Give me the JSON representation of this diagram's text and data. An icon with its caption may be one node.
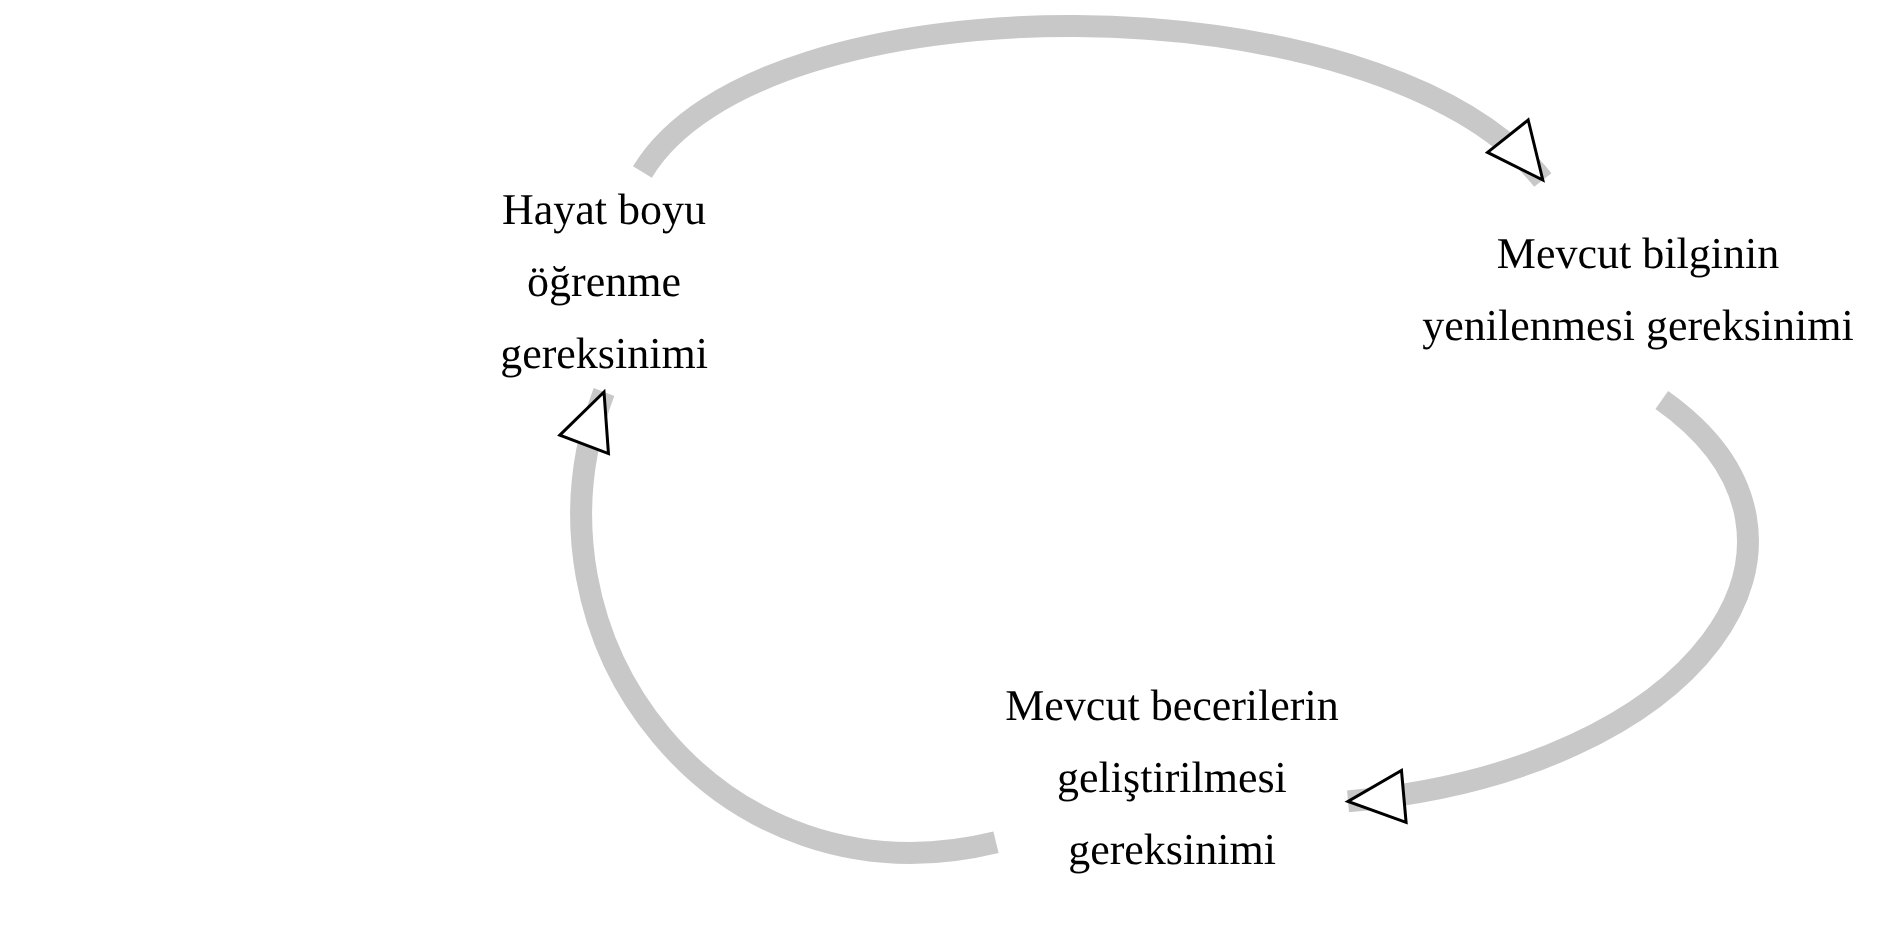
{
  "diagram": {
    "nodes": [
      {
        "text": [
          "Hayat boyu öğrenme gereksinimi"
        ]
      },
      {
        "text": [
          "Mevcut bilginin yenilenmesi gereksinimi"
        ]
      },
      {
        "text": [
          "Mevcut becerilerin geliştirilmesi gereksinimi"
        ]
      }
    ],
    "edges": [
      {
        "from": 0,
        "to": 1,
        "arrow": "to"
      },
      {
        "from": 1,
        "to": 2,
        "arrow": "to"
      },
      {
        "from": 2,
        "to": 0,
        "arrow": "to"
      }
    ]
  }
}
